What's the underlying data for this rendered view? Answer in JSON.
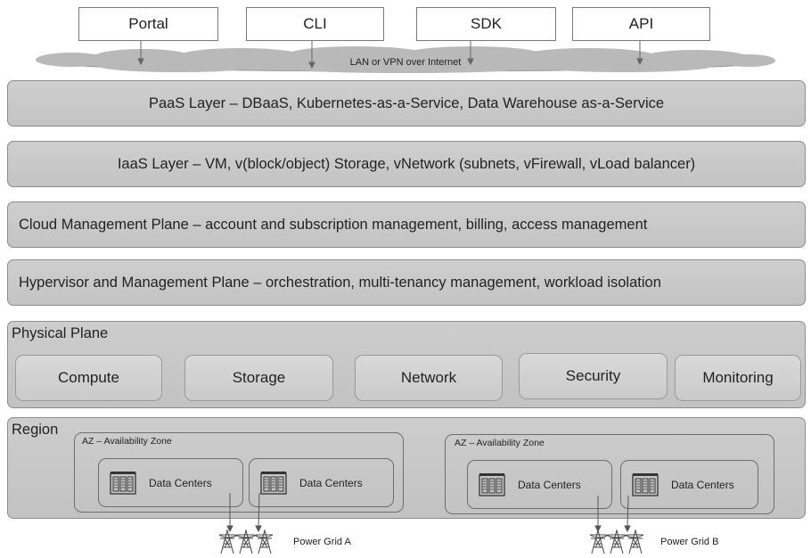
{
  "access": {
    "portal": "Portal",
    "cli": "CLI",
    "sdk": "SDK",
    "api": "API"
  },
  "network": {
    "label": "LAN or VPN over Internet"
  },
  "layers": {
    "paas": "PaaS Layer – DBaaS, Kubernetes-as-a-Service, Data Warehouse as-a-Service",
    "iaas": "IaaS Layer – VM, v(block/object) Storage, vNetwork (subnets, vFirewall, vLoad balancer)",
    "cloud_mgmt": "Cloud Management Plane – account and subscription management, billing, access management",
    "hypervisor": "Hypervisor and Management Plane – orchestration, multi-tenancy management, workload isolation"
  },
  "physical": {
    "title": "Physical Plane",
    "components": [
      "Compute",
      "Storage",
      "Network",
      "Security",
      "Monitoring"
    ]
  },
  "region": {
    "title": "Region",
    "zones": [
      {
        "label": "AZ – Availability Zone",
        "data_centers": [
          "Data Centers",
          "Data Centers"
        ]
      },
      {
        "label": "AZ – Availability Zone",
        "data_centers": [
          "Data Centers",
          "Data Centers"
        ]
      }
    ]
  },
  "power": {
    "grid_a": "Power Grid A",
    "grid_b": "Power Grid B"
  },
  "colors": {
    "layer_fill": "#c9c9c9",
    "layer_border": "#8e8e8e",
    "cloud_fill": "#b9b9b9",
    "line": "#555555"
  }
}
